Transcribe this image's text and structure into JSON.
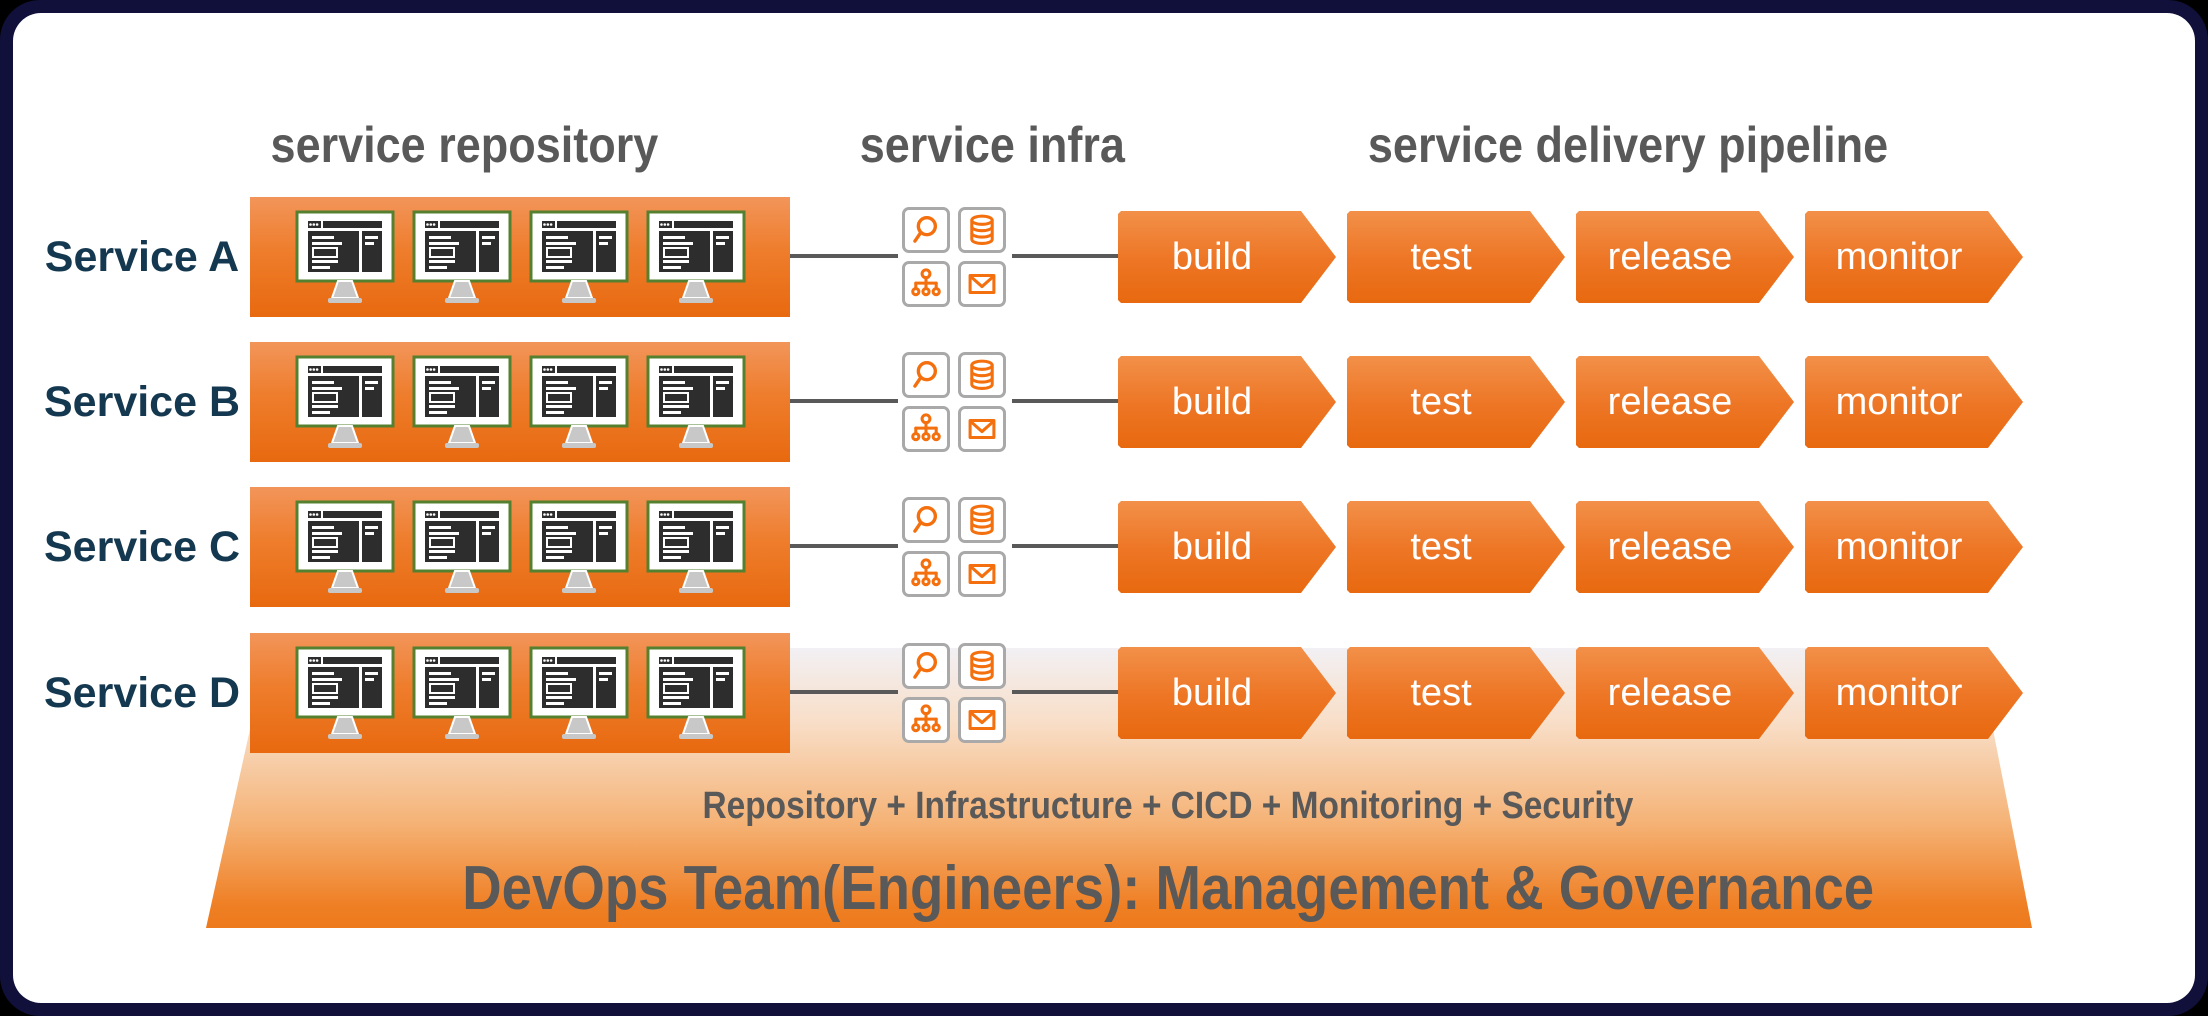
{
  "frame": {
    "outer_background": "#000000",
    "border_color": "#10103A",
    "canvas_background": "#FFFFFF"
  },
  "columns": {
    "repository_header": "service repository",
    "infra_header": "service infra",
    "pipeline_header": "service delivery pipeline"
  },
  "services": [
    {
      "label": "Service A"
    },
    {
      "label": "Service B"
    },
    {
      "label": "Service C"
    },
    {
      "label": "Service D"
    }
  ],
  "repository": {
    "monitor_icon": "monitor-icon",
    "monitors_per_service": 4
  },
  "infra": {
    "icons": [
      "search-icon",
      "database-icon",
      "sitemap-icon",
      "mail-icon"
    ]
  },
  "pipeline": {
    "steps": [
      "build",
      "test",
      "release",
      "monitor"
    ]
  },
  "platform_band": {
    "line1": "Repository + Infrastructure + CICD + Monitoring + Security",
    "line2": "DevOps Team(Engineers): Management & Governance"
  },
  "colors": {
    "orange": "#ED7114",
    "orange_gradient_top": "#F2914E",
    "orange_gradient_bottom": "#E8690F",
    "icon_orange": "#F4700E",
    "monitor_green_border": "#54802F",
    "monitor_screen_dark": "#2D2D2D",
    "stand_gray": "#C8C8C8",
    "tile_border_gray": "#A9A9A9",
    "connector_gray": "#595959",
    "heading_gray": "#595959",
    "service_label_navy": "#14384F",
    "frame_navy": "#10103A"
  }
}
